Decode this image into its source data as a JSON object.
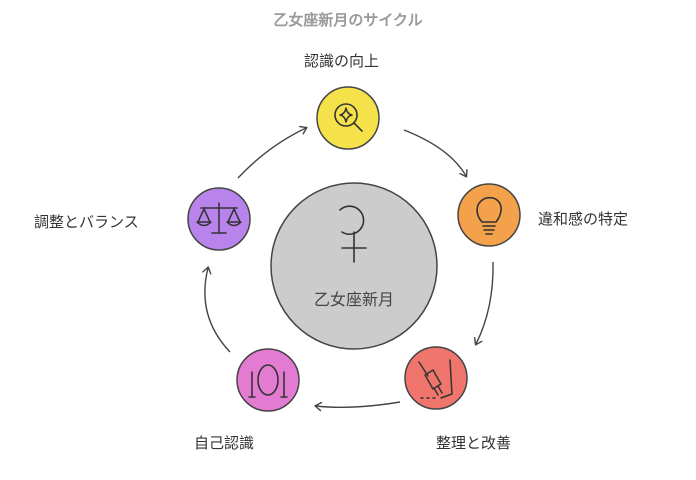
{
  "title": "乙女座新月のサイクル",
  "center": {
    "label": "乙女座新月",
    "symbol_icon": "virgo-venus-symbol"
  },
  "steps": [
    {
      "label": "認識の向上",
      "icon": "magnifier-sparkle-icon",
      "color": "#f5e14a"
    },
    {
      "label": "違和感の特定",
      "icon": "lightbulb-icon",
      "color": "#f3a14a"
    },
    {
      "label": "整理と改善",
      "icon": "broom-icon",
      "color": "#f0766d"
    },
    {
      "label": "自己認識",
      "icon": "mirror-icon",
      "color": "#e47bd2"
    },
    {
      "label": "調整とバランス",
      "icon": "balance-scale-icon",
      "color": "#b983ec"
    }
  ]
}
